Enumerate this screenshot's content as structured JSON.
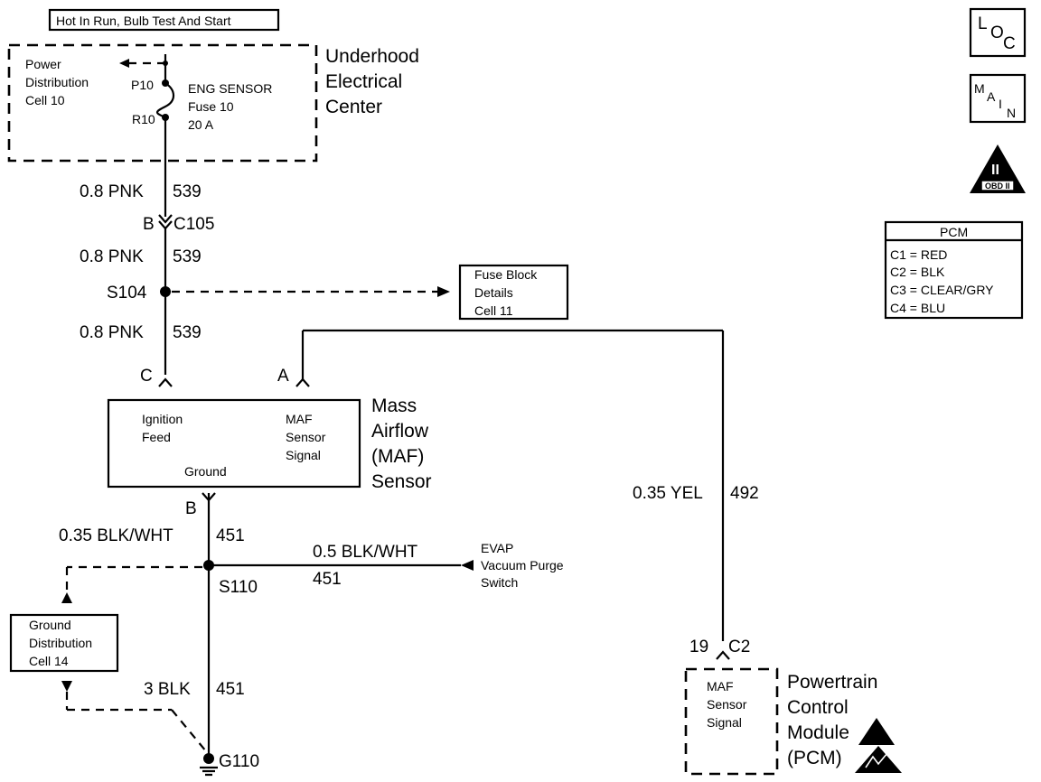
{
  "header_note": "Hot In Run, Bulb Test And Start",
  "nav": {
    "loc": [
      "L",
      "O",
      "C"
    ],
    "main": [
      "M",
      "A",
      "I",
      "N"
    ],
    "obd": {
      "symbol": "II",
      "label": "OBD II"
    }
  },
  "pcm_legend": {
    "title": "PCM",
    "rows": [
      "C1 = RED",
      "C2 = BLK",
      "C3 = CLEAR/GRY",
      "C4 = BLU"
    ]
  },
  "underhood": {
    "title": [
      "Underhood",
      "Electrical",
      "Center"
    ],
    "power_dist": [
      "Power",
      "Distribution",
      "Cell 10"
    ],
    "pin_top": "P10",
    "pin_bottom": "R10",
    "fuse": [
      "ENG SENSOR",
      "Fuse 10",
      "20 A"
    ]
  },
  "wires": {
    "w1": {
      "gauge_color": "0.8 PNK",
      "circuit": "539"
    },
    "w2": {
      "gauge_color": "0.8 PNK",
      "circuit": "539"
    },
    "w3": {
      "gauge_color": "0.8 PNK",
      "circuit": "539"
    },
    "yel": {
      "gauge_color": "0.35 YEL",
      "circuit": "492"
    },
    "blkwht1": {
      "gauge_color": "0.35 BLK/WHT",
      "circuit": "451"
    },
    "blkwht2": {
      "gauge_color": "0.5 BLK/WHT",
      "circuit": "451"
    },
    "blk": {
      "gauge_color": "3 BLK",
      "circuit": "451"
    }
  },
  "connectors": {
    "c105_pin": "B",
    "c105": "C105",
    "maf_c": "C",
    "maf_a": "A",
    "maf_b": "B",
    "pcm_pin": "19",
    "pcm_conn": "C2"
  },
  "splices": {
    "s104": "S104",
    "s110": "S110"
  },
  "ground": "G110",
  "fuse_block": [
    "Fuse Block",
    "Details",
    "Cell 11"
  ],
  "maf": {
    "title": [
      "Mass",
      "Airflow",
      "(MAF)",
      "Sensor"
    ],
    "ignition": [
      "Ignition",
      "Feed"
    ],
    "signal": [
      "MAF",
      "Sensor",
      "Signal"
    ],
    "ground": "Ground"
  },
  "evap": [
    "EVAP",
    "Vacuum Purge",
    "Switch"
  ],
  "ground_dist": [
    "Ground",
    "Distribution",
    "Cell 14"
  ],
  "pcm": {
    "signal": [
      "MAF",
      "Sensor",
      "Signal"
    ],
    "title": [
      "Powertrain",
      "Control",
      "Module",
      "(PCM)"
    ]
  }
}
